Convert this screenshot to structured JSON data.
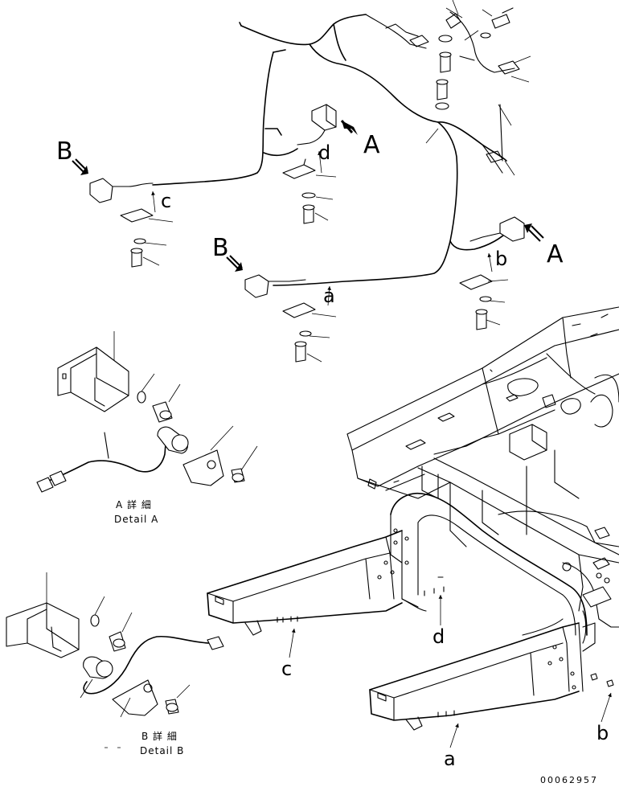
{
  "labels": {
    "callout_A": "A",
    "callout_B": "B",
    "callout_a": "a",
    "callout_b": "b",
    "callout_c": "c",
    "callout_d": "d"
  },
  "details": {
    "detail_a_jp": "A 詳 細",
    "detail_a_en": "Detail A",
    "detail_b_jp": "B 詳 細",
    "detail_b_en": "Detail B"
  },
  "drawing_number": "00062957"
}
